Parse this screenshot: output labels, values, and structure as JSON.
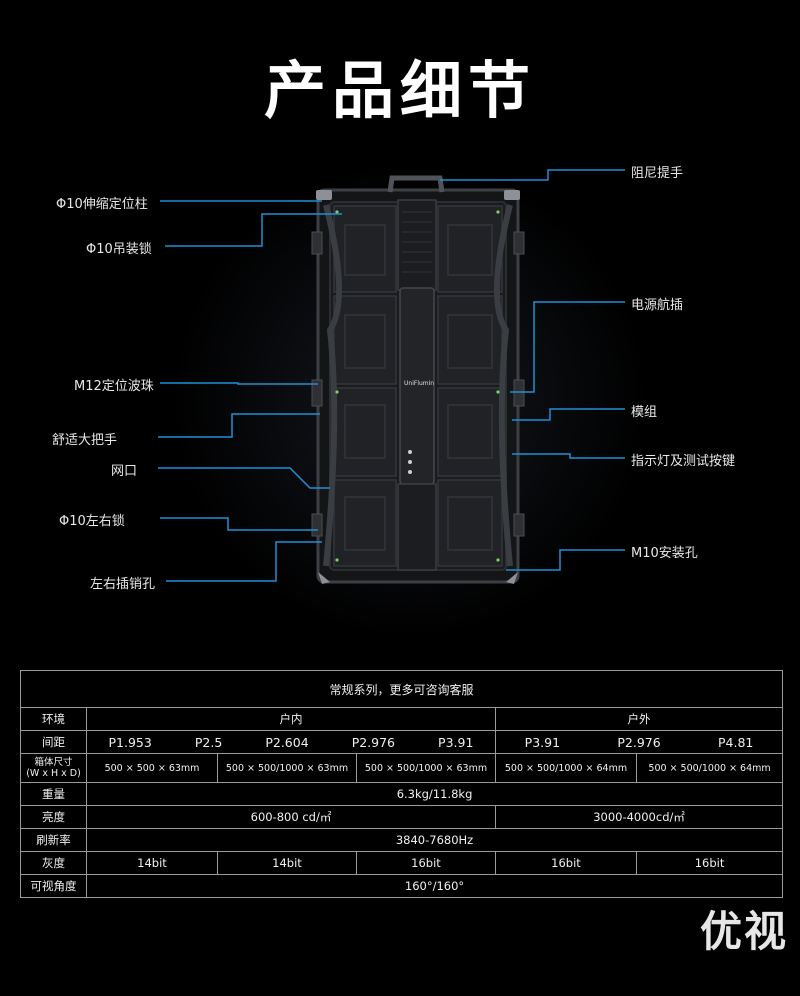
{
  "title": "产品细节",
  "callouts_left": [
    {
      "id": "pin",
      "text": "Φ10伸缩定位柱"
    },
    {
      "id": "hang",
      "text": "Φ10吊装锁"
    },
    {
      "id": "m12",
      "text": "M12定位波珠"
    },
    {
      "id": "handle",
      "text": "舒适大把手"
    },
    {
      "id": "net",
      "text": "网口"
    },
    {
      "id": "lock",
      "text": "Φ10左右锁"
    },
    {
      "id": "plug",
      "text": "左右插销孔"
    }
  ],
  "callouts_right": [
    {
      "id": "damping",
      "text": "阻尼提手"
    },
    {
      "id": "power",
      "text": "电源航插"
    },
    {
      "id": "module",
      "text": "模组"
    },
    {
      "id": "indicator",
      "text": "指示灯及测试按键"
    },
    {
      "id": "m10",
      "text": "M10安装孔"
    }
  ],
  "cabinet_logo": "UniFlumin",
  "table": {
    "header": "常规系列，更多可咨询客服",
    "env": {
      "label": "环境",
      "indoor": "户内",
      "outdoor": "户外"
    },
    "pitch": {
      "label": "间距",
      "indoor": [
        "P1.953",
        "P2.5",
        "P2.604",
        "P2.976",
        "P3.91"
      ],
      "outdoor": [
        "P3.91",
        "P2.976",
        "P4.81"
      ]
    },
    "size": {
      "label_line1": "箱体尺寸",
      "label_line2": "(W x H x D)",
      "values": [
        "500 × 500 × 63mm",
        "500 × 500/1000 × 63mm",
        "500 × 500/1000 × 63mm",
        "500 × 500/1000 × 64mm",
        "500 × 500/1000 × 64mm"
      ]
    },
    "weight": {
      "label": "重量",
      "value": "6.3kg/11.8kg"
    },
    "brightness": {
      "label": "亮度",
      "indoor": "600-800 cd/㎡",
      "outdoor": "3000-4000cd/㎡"
    },
    "refresh": {
      "label": "刷新率",
      "value": "3840-7680Hz"
    },
    "gray": {
      "label": "灰度",
      "values": [
        "14bit",
        "14bit",
        "16bit",
        "16bit",
        "16bit"
      ]
    },
    "angle": {
      "label": "可视角度",
      "value": "160°/160°"
    }
  },
  "watermark": "优视",
  "colors": {
    "line": "#1e8fd6",
    "border": "#9a9a9a",
    "bg": "#000000"
  }
}
